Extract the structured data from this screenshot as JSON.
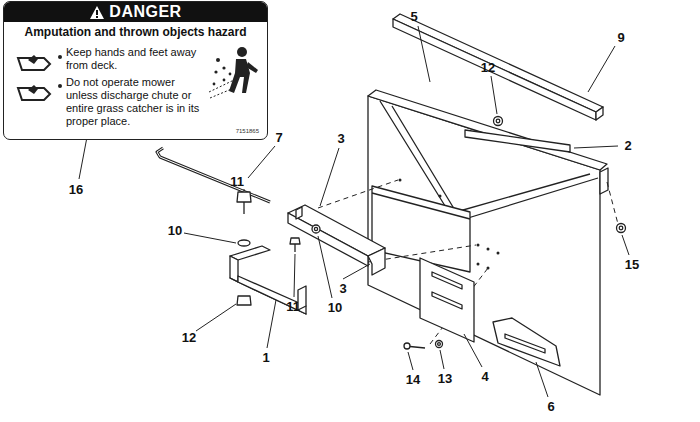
{
  "diagram": {
    "nodes": [
      {
        "text": [
          "DANGER",
          "Amputation and thrown objects hazard",
          "Keep hands and feet away from deck.",
          "Do not operate mower unless discharge chute or entire grass catcher is in its proper place.",
          "7151865"
        ]
      }
    ],
    "labels": [
      "16",
      "7",
      "11",
      "10",
      "12",
      "3",
      "11",
      "10",
      "3",
      "1",
      "12",
      "5",
      "9",
      "2",
      "15",
      "14",
      "13",
      "4",
      "6"
    ]
  }
}
